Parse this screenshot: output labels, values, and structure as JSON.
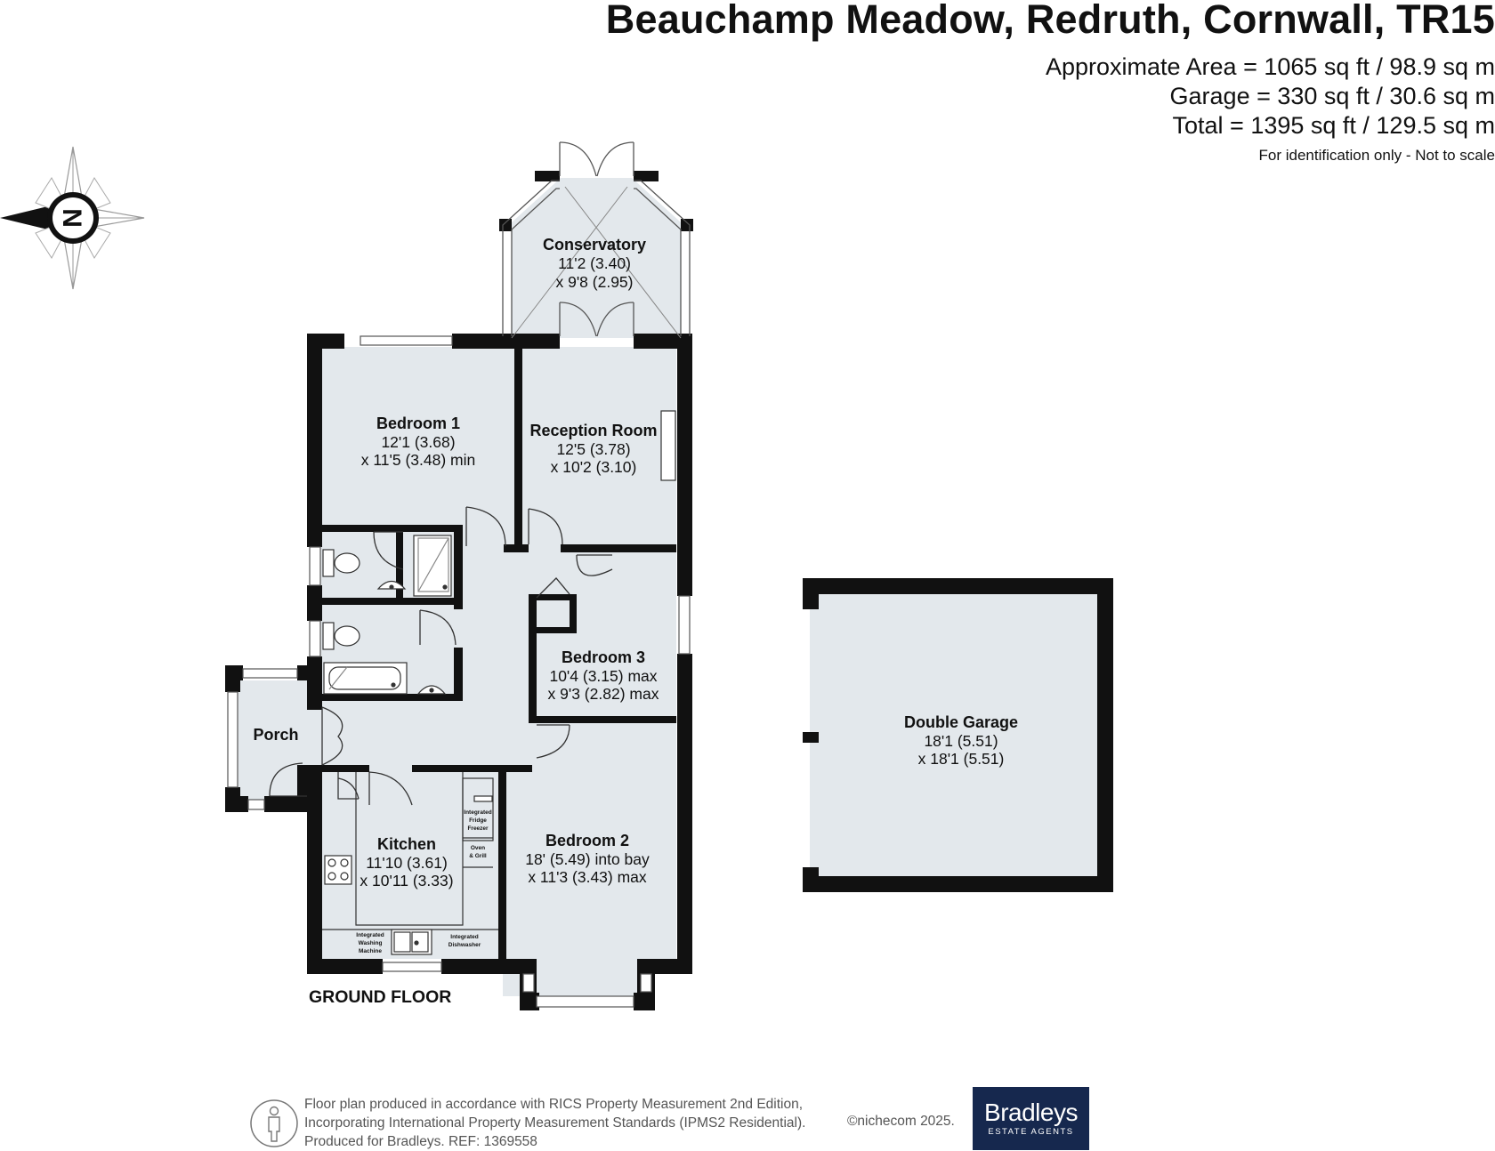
{
  "header": {
    "title": "Beauchamp Meadow, Redruth, Cornwall, TR15",
    "approx_area": "Approximate Area = 1065 sq ft / 98.9 sq m",
    "garage_area": "Garage = 330 sq ft / 30.6 sq m",
    "total_area": "Total = 1395 sq ft / 129.5 sq m",
    "note": "For identification only - Not to scale"
  },
  "compass": {
    "letter": "N",
    "icon": "north-arrow-compass-icon"
  },
  "rooms": {
    "conservatory": {
      "name": "Conservatory",
      "dim1": "11'2 (3.40)",
      "dim2": "x 9'8 (2.95)"
    },
    "bedroom1": {
      "name": "Bedroom 1",
      "dim1": "12'1 (3.68)",
      "dim2": "x 11'5 (3.48) min"
    },
    "reception": {
      "name": "Reception Room",
      "dim1": "12'5 (3.78)",
      "dim2": "x 10'2 (3.10)"
    },
    "bedroom3": {
      "name": "Bedroom 3",
      "dim1": "10'4 (3.15) max",
      "dim2": "x 9'3 (2.82) max"
    },
    "porch": {
      "name": "Porch"
    },
    "kitchen": {
      "name": "Kitchen",
      "dim1": "11'10 (3.61)",
      "dim2": "x 10'11 (3.33)"
    },
    "bedroom2": {
      "name": "Bedroom 2",
      "dim1": "18' (5.49) into bay",
      "dim2": "x 11'3 (3.43) max"
    },
    "garage": {
      "name": "Double Garage",
      "dim1": "18'1 (5.51)",
      "dim2": "x 18'1 (5.51)"
    }
  },
  "appliances": {
    "fridge": [
      "Integrated",
      "Fridge",
      "Freezer"
    ],
    "oven": [
      "Oven",
      "& Grill"
    ],
    "washing": [
      "Integrated",
      "Washing",
      "Machine"
    ],
    "dishwasher": [
      "Integrated",
      "Dishwasher"
    ]
  },
  "floor_label": "GROUND FLOOR",
  "footer": {
    "line1": "Floor plan produced in accordance with RICS Property Measurement 2nd Edition,",
    "line2": "Incorporating International Property Measurement Standards (IPMS2 Residential).",
    "line3": "Produced for Bradleys.    REF: 1369558",
    "copyright": "©nichecom 2025.",
    "logo_name": "Bradleys",
    "logo_sub": "ESTATE AGENTS",
    "logo_color": "#16284e"
  },
  "colors": {
    "room_fill": "#e3e8ec",
    "wall": "#111111"
  }
}
